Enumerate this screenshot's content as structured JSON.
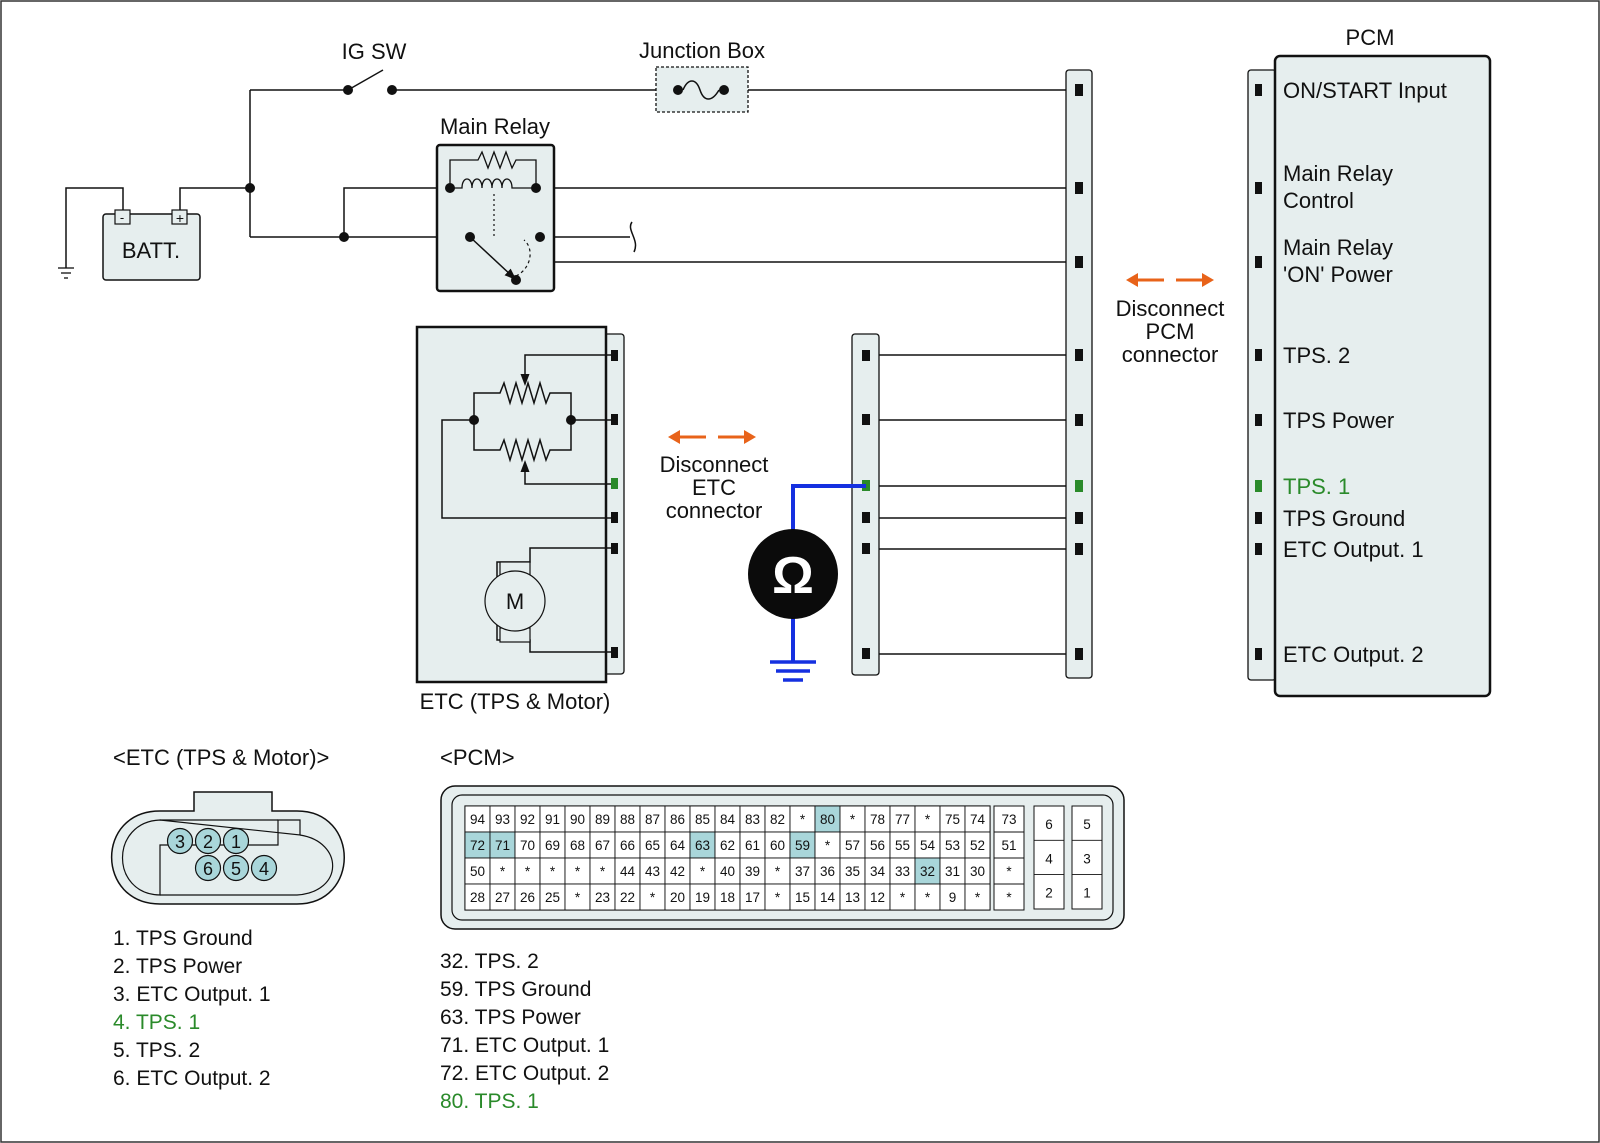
{
  "colors": {
    "accent_highlight": "#2a8a2a",
    "probe_wire": "#1530e0",
    "arrow": "#e8631a",
    "panel_fill": "#e6eeee",
    "cell_highlight": "#a9d6da"
  },
  "labels": {
    "ig_sw": "IG SW",
    "junction_box": "Junction Box",
    "main_relay": "Main Relay",
    "batt": "BATT.",
    "batt_minus": "-",
    "batt_plus": "+",
    "pcm_title": "PCM",
    "etc_caption": "ETC (TPS & Motor)",
    "motor": "M",
    "ohm": "Ω",
    "disconnect_etc": [
      "Disconnect",
      "ETC",
      "connector"
    ],
    "disconnect_pcm": [
      "Disconnect",
      "PCM",
      "connector"
    ]
  },
  "pcm_pins": [
    {
      "label": [
        "ON/START Input"
      ],
      "highlight": false
    },
    {
      "label": [
        "Main Relay",
        "Control"
      ],
      "highlight": false
    },
    {
      "label": [
        "Main Relay",
        "'ON' Power"
      ],
      "highlight": false
    },
    {
      "label": [
        "TPS. 2"
      ],
      "highlight": false
    },
    {
      "label": [
        "TPS Power"
      ],
      "highlight": false
    },
    {
      "label": [
        "TPS. 1"
      ],
      "highlight": true
    },
    {
      "label": [
        "TPS Ground"
      ],
      "highlight": false
    },
    {
      "label": [
        "ETC Output. 1"
      ],
      "highlight": false
    },
    {
      "label": [
        "ETC Output. 2"
      ],
      "highlight": false
    }
  ],
  "etc_connector": {
    "title": "<ETC (TPS & Motor)>",
    "top_pins": [
      "3",
      "2",
      "1"
    ],
    "bottom_pins": [
      "6",
      "5",
      "4"
    ],
    "legend": [
      {
        "text": "1. TPS Ground",
        "highlight": false
      },
      {
        "text": "2. TPS Power",
        "highlight": false
      },
      {
        "text": "3. ETC Output. 1",
        "highlight": false
      },
      {
        "text": "4. TPS. 1",
        "highlight": true
      },
      {
        "text": "5. TPS. 2",
        "highlight": false
      },
      {
        "text": "6. ETC Output. 2",
        "highlight": false
      }
    ]
  },
  "pcm_connector": {
    "title": "<PCM>",
    "rows": [
      [
        "94",
        "93",
        "92",
        "91",
        "90",
        "89",
        "88",
        "87",
        "86",
        "85",
        "84",
        "83",
        "82",
        "*",
        "80",
        "*",
        "78",
        "77",
        "*",
        "75",
        "74"
      ],
      [
        "72",
        "71",
        "70",
        "69",
        "68",
        "67",
        "66",
        "65",
        "64",
        "63",
        "62",
        "61",
        "60",
        "59",
        "*",
        "57",
        "56",
        "55",
        "54",
        "53",
        "52"
      ],
      [
        "50",
        "*",
        "*",
        "*",
        "*",
        "*",
        "44",
        "43",
        "42",
        "*",
        "40",
        "39",
        "*",
        "37",
        "36",
        "35",
        "34",
        "33",
        "32",
        "31",
        "30"
      ],
      [
        "28",
        "27",
        "26",
        "25",
        "*",
        "23",
        "22",
        "*",
        "20",
        "19",
        "18",
        "17",
        "*",
        "15",
        "14",
        "13",
        "12",
        "*",
        "*",
        "9",
        "*"
      ]
    ],
    "highlighted_cells": [
      "80",
      "72",
      "71",
      "63",
      "59",
      "32"
    ],
    "side_column": [
      "73",
      "51",
      "*",
      "*"
    ],
    "small_block_left": [
      "6",
      "4",
      "2"
    ],
    "small_block_right": [
      "5",
      "3",
      "1"
    ],
    "legend": [
      {
        "text": "32. TPS. 2",
        "highlight": false
      },
      {
        "text": "59. TPS Ground",
        "highlight": false
      },
      {
        "text": "63. TPS Power",
        "highlight": false
      },
      {
        "text": "71. ETC Output. 1",
        "highlight": false
      },
      {
        "text": "72. ETC Output. 2",
        "highlight": false
      },
      {
        "text": "80. TPS. 1",
        "highlight": true
      }
    ]
  }
}
